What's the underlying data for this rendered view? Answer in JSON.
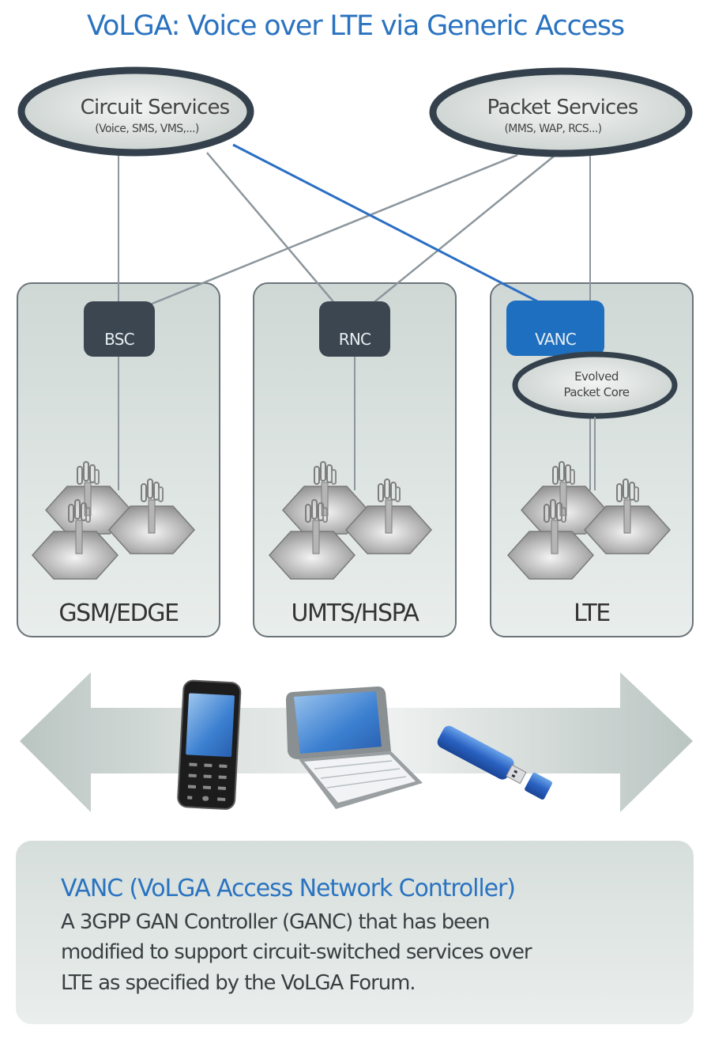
{
  "title": "VoLGA: Voice over LTE via Generic Access",
  "services": {
    "circuit": {
      "title": "Circuit Services",
      "subtitle": "(Voice, SMS, VMS,...)"
    },
    "packet": {
      "title": "Packet Services",
      "subtitle": "(MMS, WAP, RCS...)"
    }
  },
  "networks": [
    {
      "name": "GSM/EDGE",
      "controller": "BSC"
    },
    {
      "name": "UMTS/HSPA",
      "controller": "RNC"
    },
    {
      "name": "LTE",
      "controller": "VANC",
      "core": [
        "Evolved",
        "Packet Core"
      ]
    }
  ],
  "connections": [
    {
      "from": "Circuit Services",
      "to": "BSC",
      "highlight": false
    },
    {
      "from": "Circuit Services",
      "to": "RNC",
      "highlight": false
    },
    {
      "from": "Circuit Services",
      "to": "VANC",
      "highlight": true
    },
    {
      "from": "Packet Services",
      "to": "BSC",
      "highlight": false
    },
    {
      "from": "Packet Services",
      "to": "RNC",
      "highlight": false
    },
    {
      "from": "Packet Services",
      "to": "Evolved Packet Core",
      "highlight": false
    }
  ],
  "devices": [
    "mobile phone",
    "netbook",
    "USB modem"
  ],
  "info": {
    "title": "VANC (VoLGA Access Network Controller)",
    "lines": [
      "A 3GPP GAN Controller (GANC) that has been",
      "modified to support circuit-switched services over",
      "LTE as specified by the VoLGA Forum."
    ]
  },
  "colors": {
    "accent": "#2a73c0",
    "vanc": "#1e6fc0",
    "controller": "#3b4650",
    "panel": "#d3dcd9",
    "ellipse_border": "#34414c",
    "line": "#8c969c"
  }
}
